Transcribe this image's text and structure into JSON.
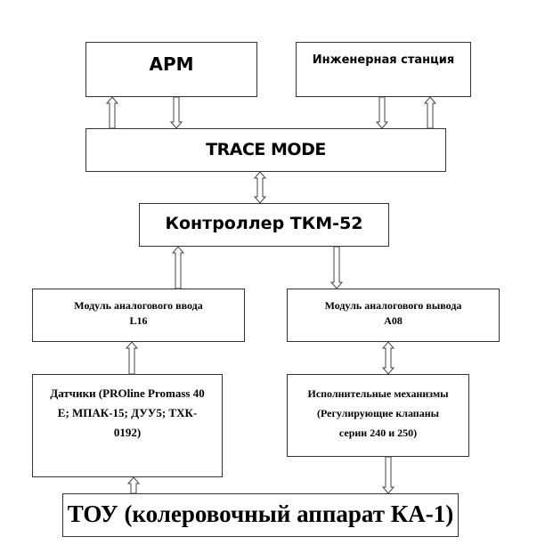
{
  "blocks": {
    "arm": "АРМ",
    "engineering_station": "Инженерная станция",
    "trace_mode": "TRACE MODE",
    "controller": "Контроллер ТКМ-52",
    "analog_input": {
      "line1": "Модуль аналогового ввода",
      "line2": "L16"
    },
    "analog_output": {
      "line1": "Модуль аналогового вывода",
      "line2": "А08"
    },
    "sensors": {
      "line1": "Датчики (PROline Promass 40",
      "line2": "Е; МПАК-15; ДУУ5; ТХК-",
      "line3": "0192)"
    },
    "actuators": {
      "line1": "Исполнительные механизмы",
      "line2": "(Регулирующие клапаны",
      "line3": "серии 240 и 250)"
    },
    "tou": "ТОУ (колеровочный аппарат КА-1)"
  }
}
